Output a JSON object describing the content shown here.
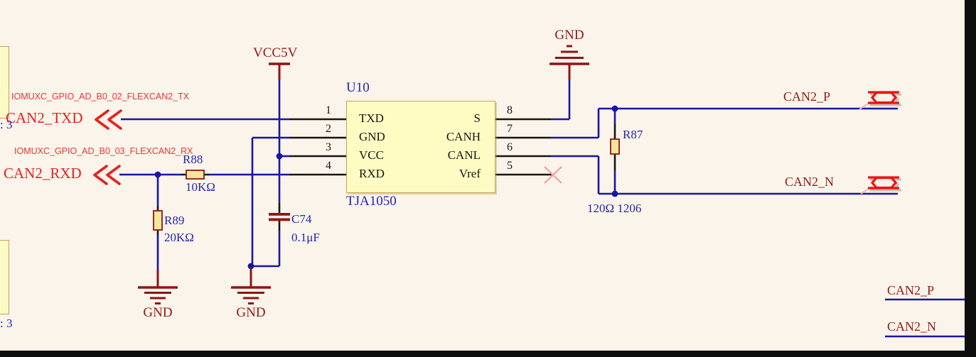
{
  "ic": {
    "ref": "U10",
    "part": "TJA1050",
    "pins_left": [
      {
        "num": "1",
        "name": "TXD"
      },
      {
        "num": "2",
        "name": "GND"
      },
      {
        "num": "3",
        "name": "VCC"
      },
      {
        "num": "4",
        "name": "RXD"
      }
    ],
    "pins_right": [
      {
        "num": "8",
        "name": "S"
      },
      {
        "num": "7",
        "name": "CANH"
      },
      {
        "num": "6",
        "name": "CANL"
      },
      {
        "num": "5",
        "name": "Vref"
      }
    ]
  },
  "ports": {
    "can2_txd": {
      "name": "CAN2_TXD",
      "iomux": "IOMUXC_GPIO_AD_B0_02_FLEXCAN2_TX"
    },
    "can2_rxd": {
      "name": "CAN2_RXD",
      "iomux": "IOMUXC_GPIO_AD_B0_03_FLEXCAN2_RX"
    }
  },
  "power": {
    "vcc": "VCC5V",
    "gnd": "GND"
  },
  "passives": {
    "r87": {
      "ref": "R87",
      "value": "120Ω 1206"
    },
    "r88": {
      "ref": "R88",
      "value": "10KΩ"
    },
    "r89": {
      "ref": "R89",
      "value": "20KΩ"
    },
    "c74": {
      "ref": "C74",
      "value": "0.1μF"
    }
  },
  "nets": {
    "can2_p": "CAN2_P",
    "can2_n": "CAN2_N"
  },
  "sheet_note": ": 3",
  "colors": {
    "background": "#faf4ea",
    "wire_blue": "#1717a3",
    "label_blue": "#2424b4",
    "dark_red": "#981616",
    "port_red": "#e42222",
    "component_fill": "#f4e79b",
    "ic_fill": "#fefcc2"
  }
}
